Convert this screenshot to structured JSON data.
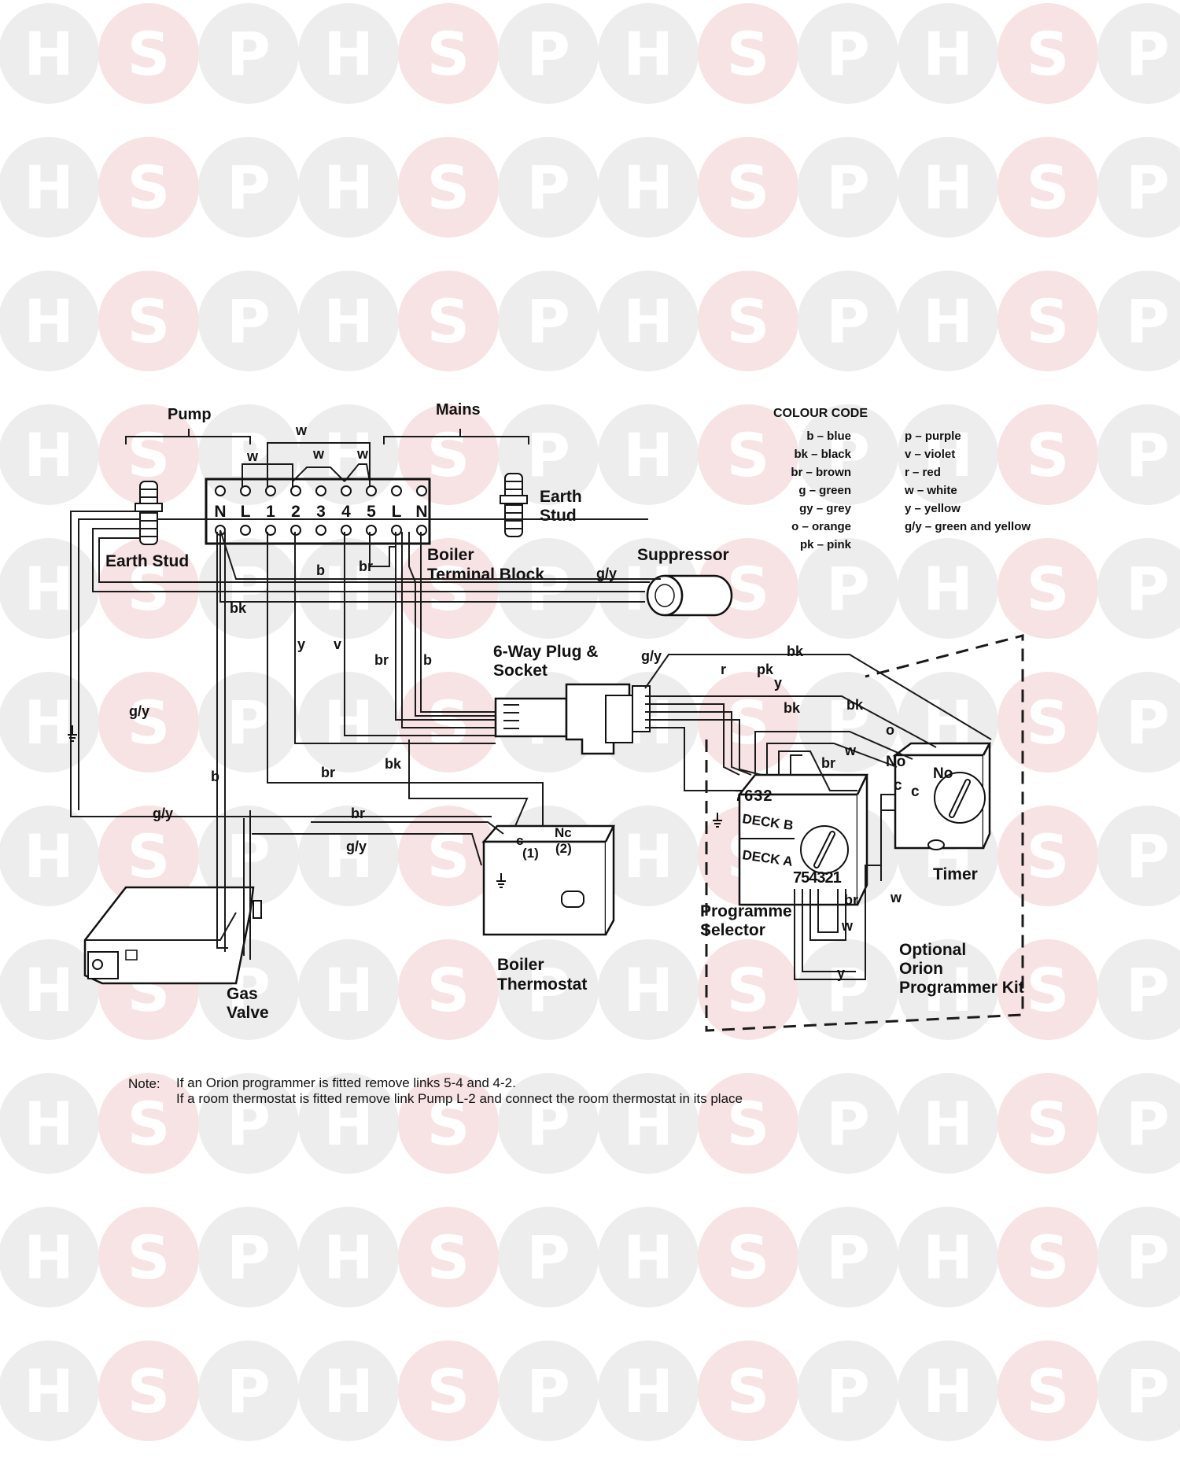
{
  "watermark": {
    "letters": [
      "H",
      "S",
      "P"
    ],
    "color_gray": "#ededed",
    "color_pink": "#f7e3e3"
  },
  "labels": {
    "pump": "Pump",
    "mains": "Mains",
    "earth_stud_left": "Earth Stud",
    "earth_stud_right_1": "Earth",
    "earth_stud_right_2": "Stud",
    "boiler_terminal_block_1": "Boiler",
    "boiler_terminal_block_2": "Terminal Block",
    "suppressor": "Suppressor",
    "plug_socket_1": "6-Way Plug &",
    "plug_socket_2": "Socket",
    "gas_valve_1": "Gas",
    "gas_valve_2": "Valve",
    "boiler_thermostat_1": "Boiler",
    "boiler_thermostat_2": "Thermostat",
    "programme_selector_1": "Programme",
    "programme_selector_2": "Selector",
    "timer": "Timer",
    "orion_kit_1": "Optional",
    "orion_kit_2": "Orion",
    "orion_kit_3": "Programmer Kit",
    "deck_b": "DECK B",
    "deck_a": "DECK A",
    "deck_b_terms": "7632",
    "deck_a_terms": "754321",
    "thermo_c": "c",
    "thermo_nc": "Nc",
    "thermo_1": "(1)",
    "thermo_2": "(2)",
    "timer_no": "No",
    "timer_no2": "No",
    "timer_c": "c",
    "timer_c2": "c"
  },
  "terminals": [
    "N",
    "L",
    "1",
    "2",
    "3",
    "4",
    "5",
    "L",
    "N"
  ],
  "wire_codes": {
    "w": "w",
    "b": "b",
    "bk": "bk",
    "br": "br",
    "gy_y": "g/y",
    "y": "y",
    "v": "v",
    "r": "r",
    "pk": "pk",
    "o": "o"
  },
  "colour_code": {
    "title": "COLOUR CODE",
    "left": [
      {
        "code": "b",
        "name": "blue"
      },
      {
        "code": "bk",
        "name": "black"
      },
      {
        "code": "br",
        "name": "brown"
      },
      {
        "code": "g",
        "name": "green"
      },
      {
        "code": "gy",
        "name": "grey"
      },
      {
        "code": "o",
        "name": "orange"
      },
      {
        "code": "pk",
        "name": "pink"
      }
    ],
    "right": [
      {
        "code": "p",
        "name": "purple"
      },
      {
        "code": "v",
        "name": "violet"
      },
      {
        "code": "r",
        "name": "red"
      },
      {
        "code": "w",
        "name": "white"
      },
      {
        "code": "y",
        "name": "yellow"
      },
      {
        "code": "g/y",
        "name": "green and yellow"
      }
    ]
  },
  "note": {
    "prefix": "Note:",
    "line1": "If an Orion programmer is fitted remove links 5-4 and 4-2.",
    "line2": "If a room thermostat is fitted remove link Pump L-2 and connect the room thermostat in its place"
  }
}
